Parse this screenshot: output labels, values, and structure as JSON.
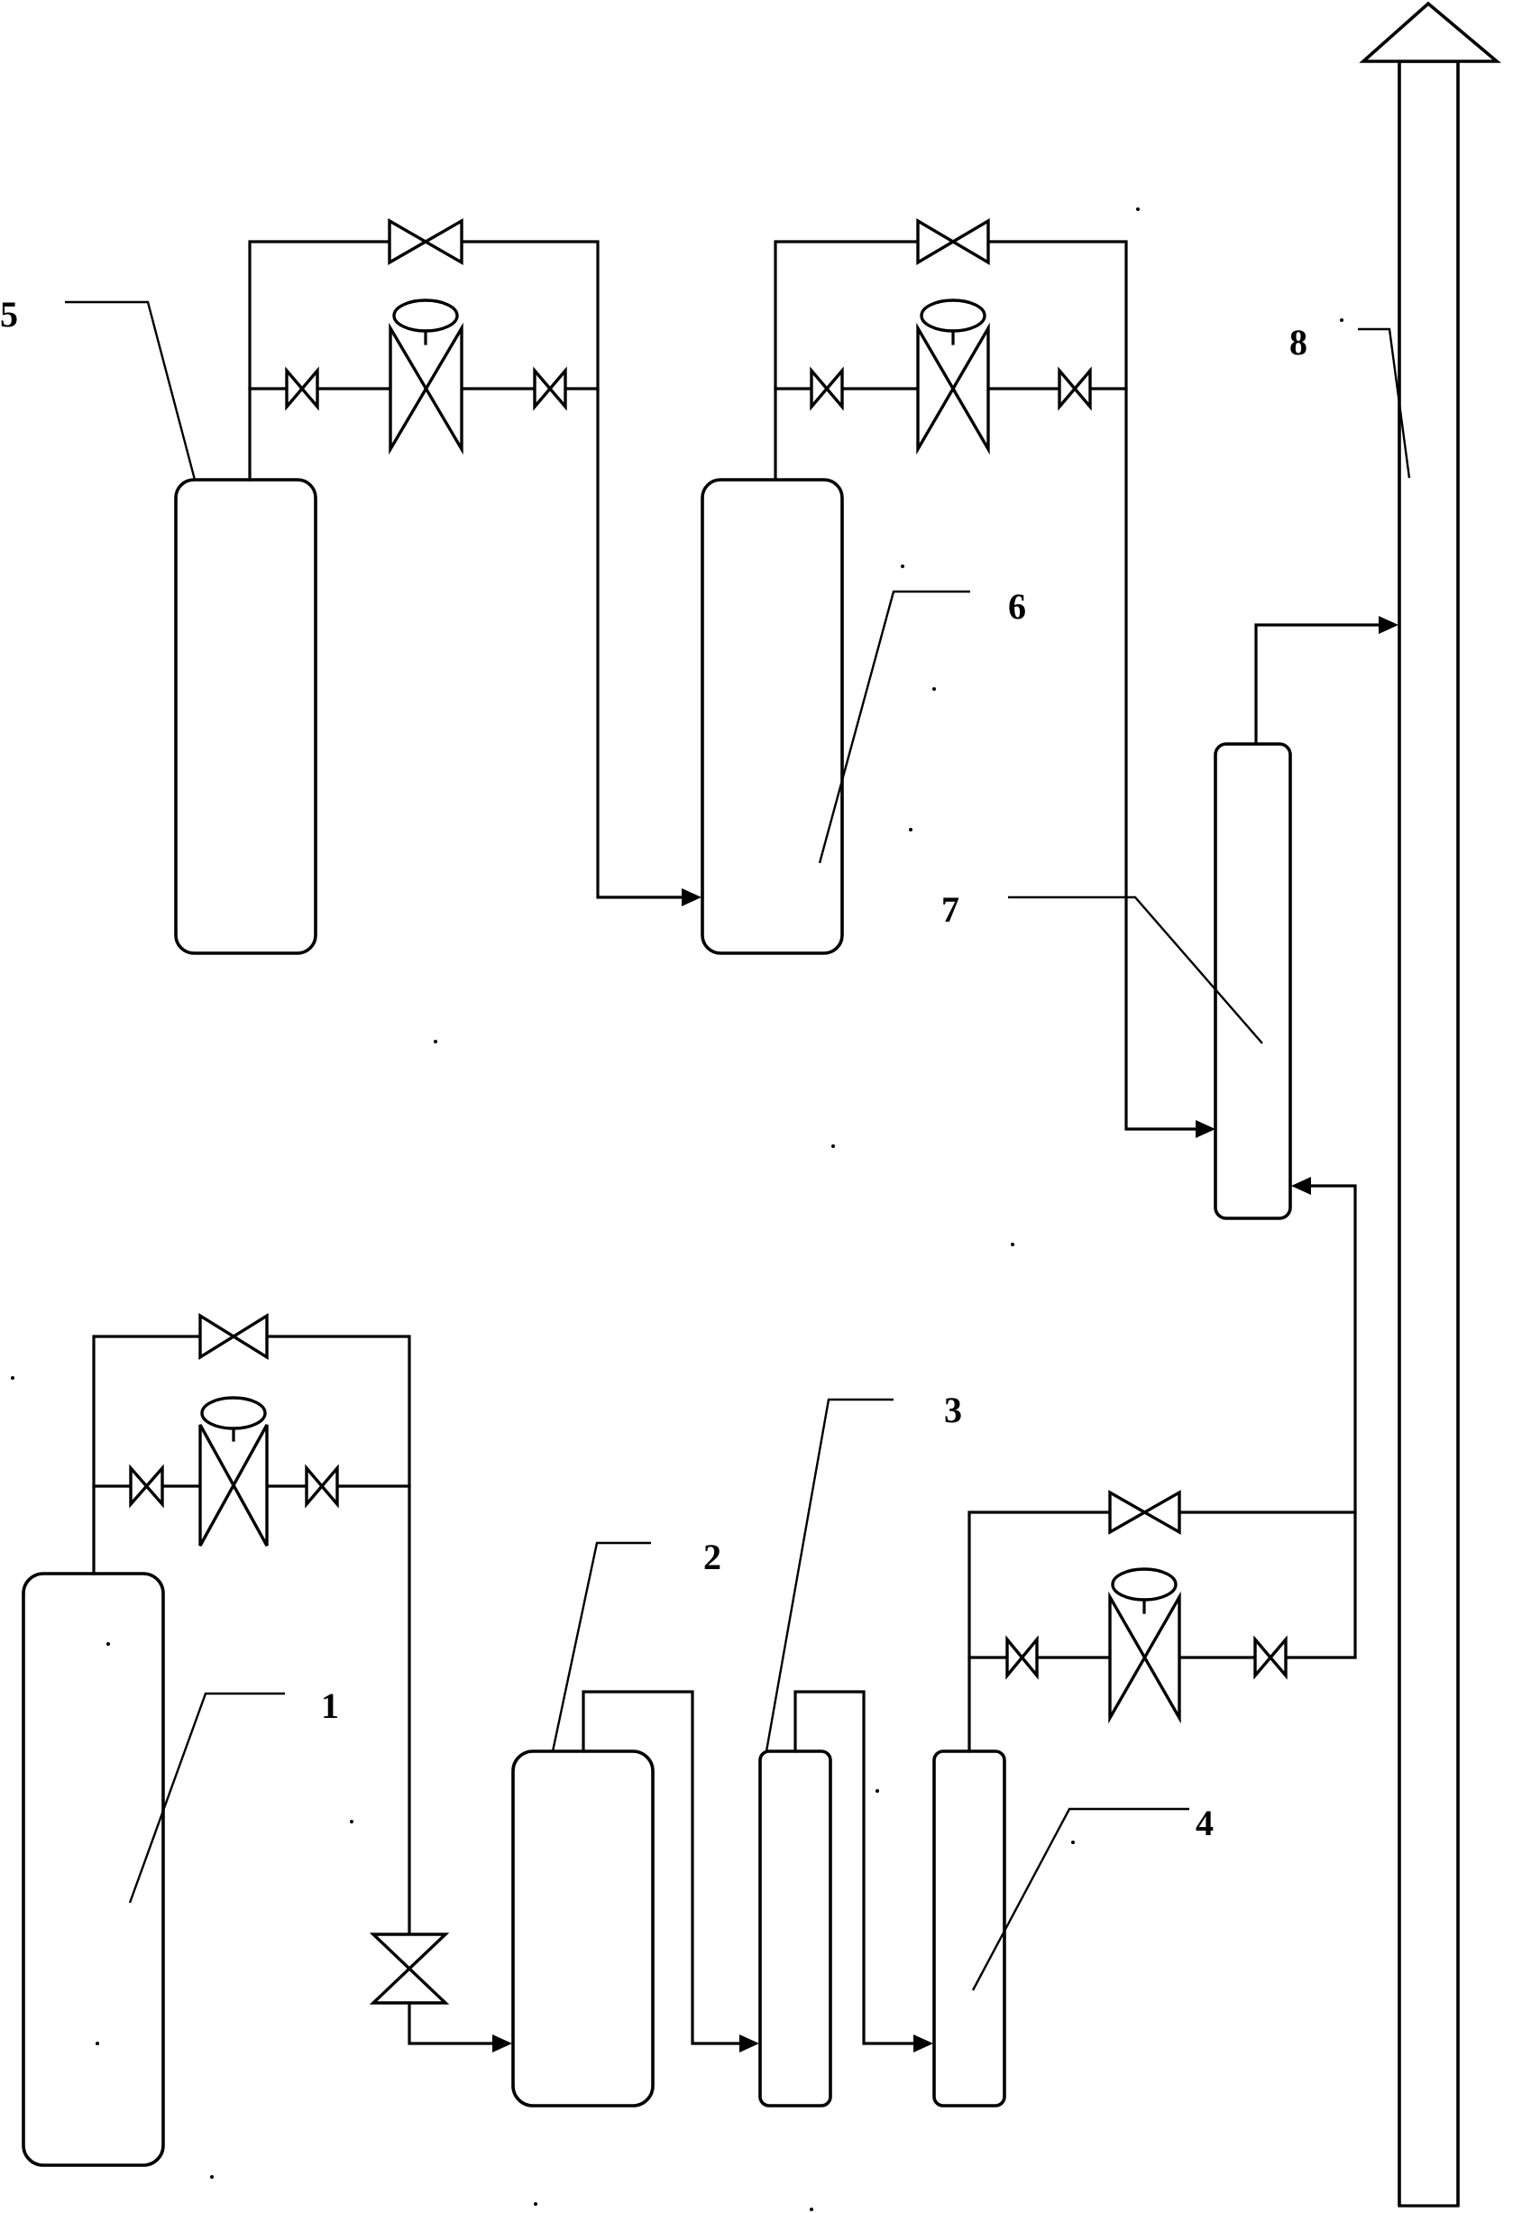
{
  "labels": {
    "n1": "1",
    "n2": "2",
    "n3": "3",
    "n4": "4",
    "n5": "5",
    "n6": "6",
    "n7": "7",
    "n8": "8"
  }
}
